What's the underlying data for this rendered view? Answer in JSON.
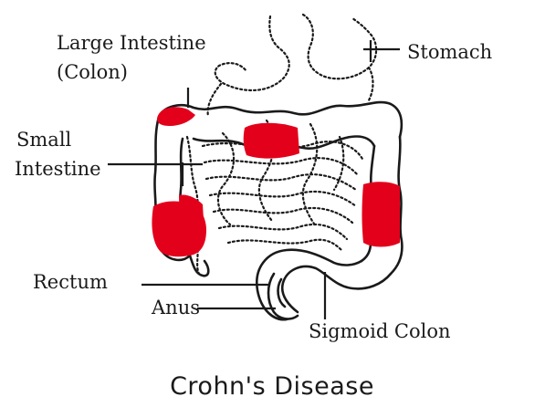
{
  "labels": {
    "large_intestine_line1": "Large Intestine",
    "large_intestine_line2": "(Colon)",
    "stomach": "Stomach",
    "small_intestine_line1": "Small",
    "small_intestine_line2": "Intestine",
    "rectum": "Rectum",
    "anus": "Anus",
    "sigmoid_colon": "Sigmoid Colon"
  },
  "caption": "Crohn's Disease",
  "colors": {
    "inflammation": "#e3001b",
    "outline": "#1a1a1a",
    "background": "#ffffff"
  }
}
